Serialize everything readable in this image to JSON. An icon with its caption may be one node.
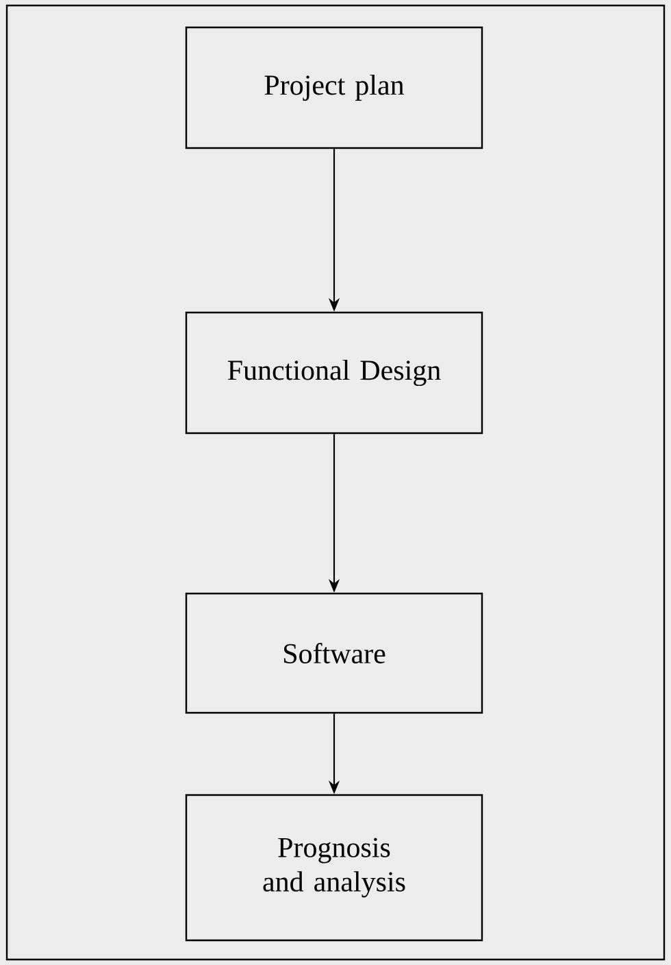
{
  "diagram": {
    "nodes": [
      {
        "text": [
          "Project plan"
        ]
      },
      {
        "text": [
          "Functional Design"
        ]
      },
      {
        "text": [
          "Software"
        ]
      },
      {
        "text": [
          "Prognosis and analysis"
        ]
      }
    ],
    "edges": [
      {
        "from": 0,
        "to": 1,
        "arrow": "to"
      },
      {
        "from": 1,
        "to": 2,
        "arrow": "to"
      },
      {
        "from": 2,
        "to": 3,
        "arrow": "to"
      }
    ]
  }
}
